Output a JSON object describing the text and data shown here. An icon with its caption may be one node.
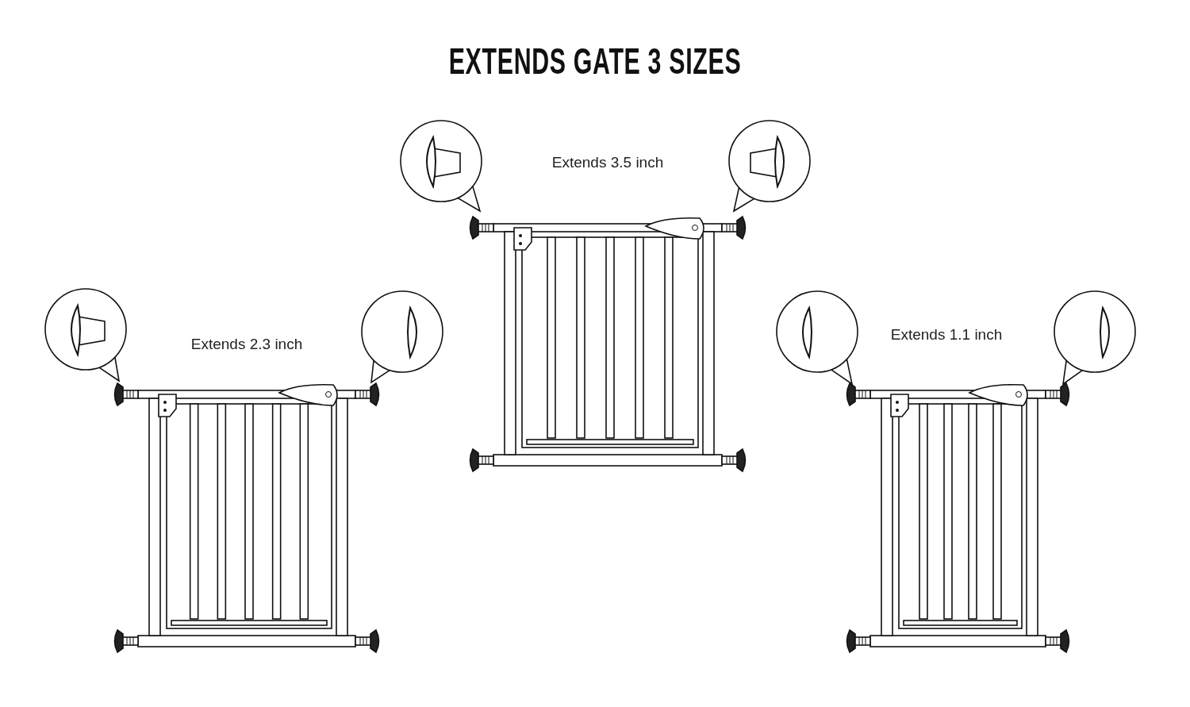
{
  "diagram": {
    "title": "EXTENDS GATE 3 SIZES",
    "labels": [
      "Extends 3.5 inch",
      "Extends 2.3 inch",
      "Extends 1.1 inch"
    ]
  }
}
